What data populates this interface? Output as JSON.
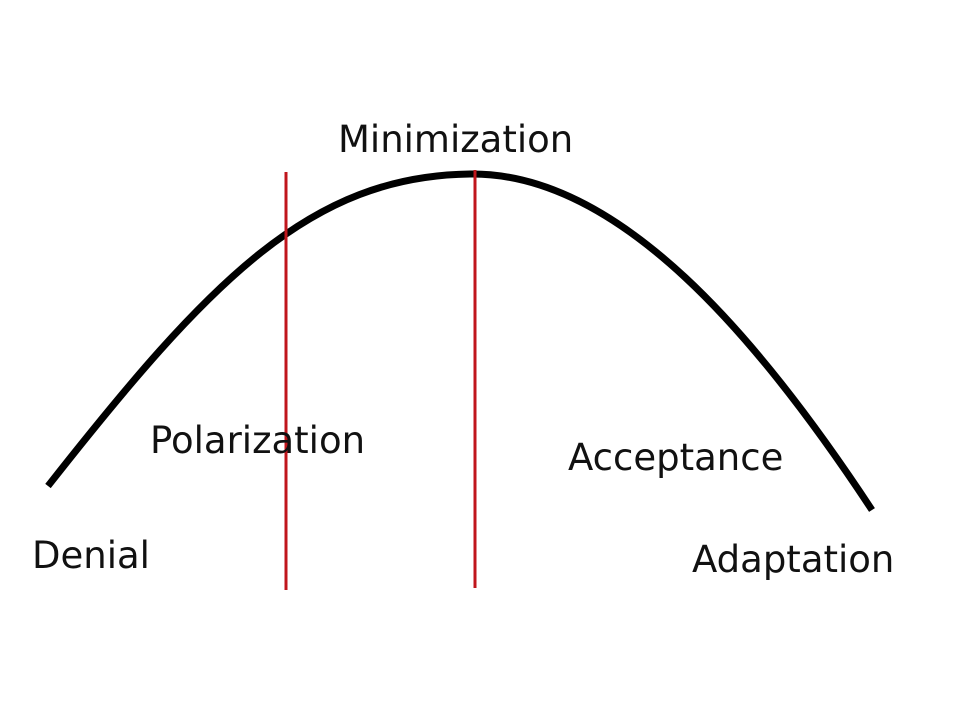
{
  "diagram": {
    "stages": {
      "minimization": "Minimization",
      "polarization": "Polarization",
      "acceptance": "Acceptance",
      "denial": "Denial",
      "adaptation": "Adaptation"
    },
    "colors": {
      "curve": "#000000",
      "dividers": "#c0161c",
      "text": "#111111"
    }
  }
}
